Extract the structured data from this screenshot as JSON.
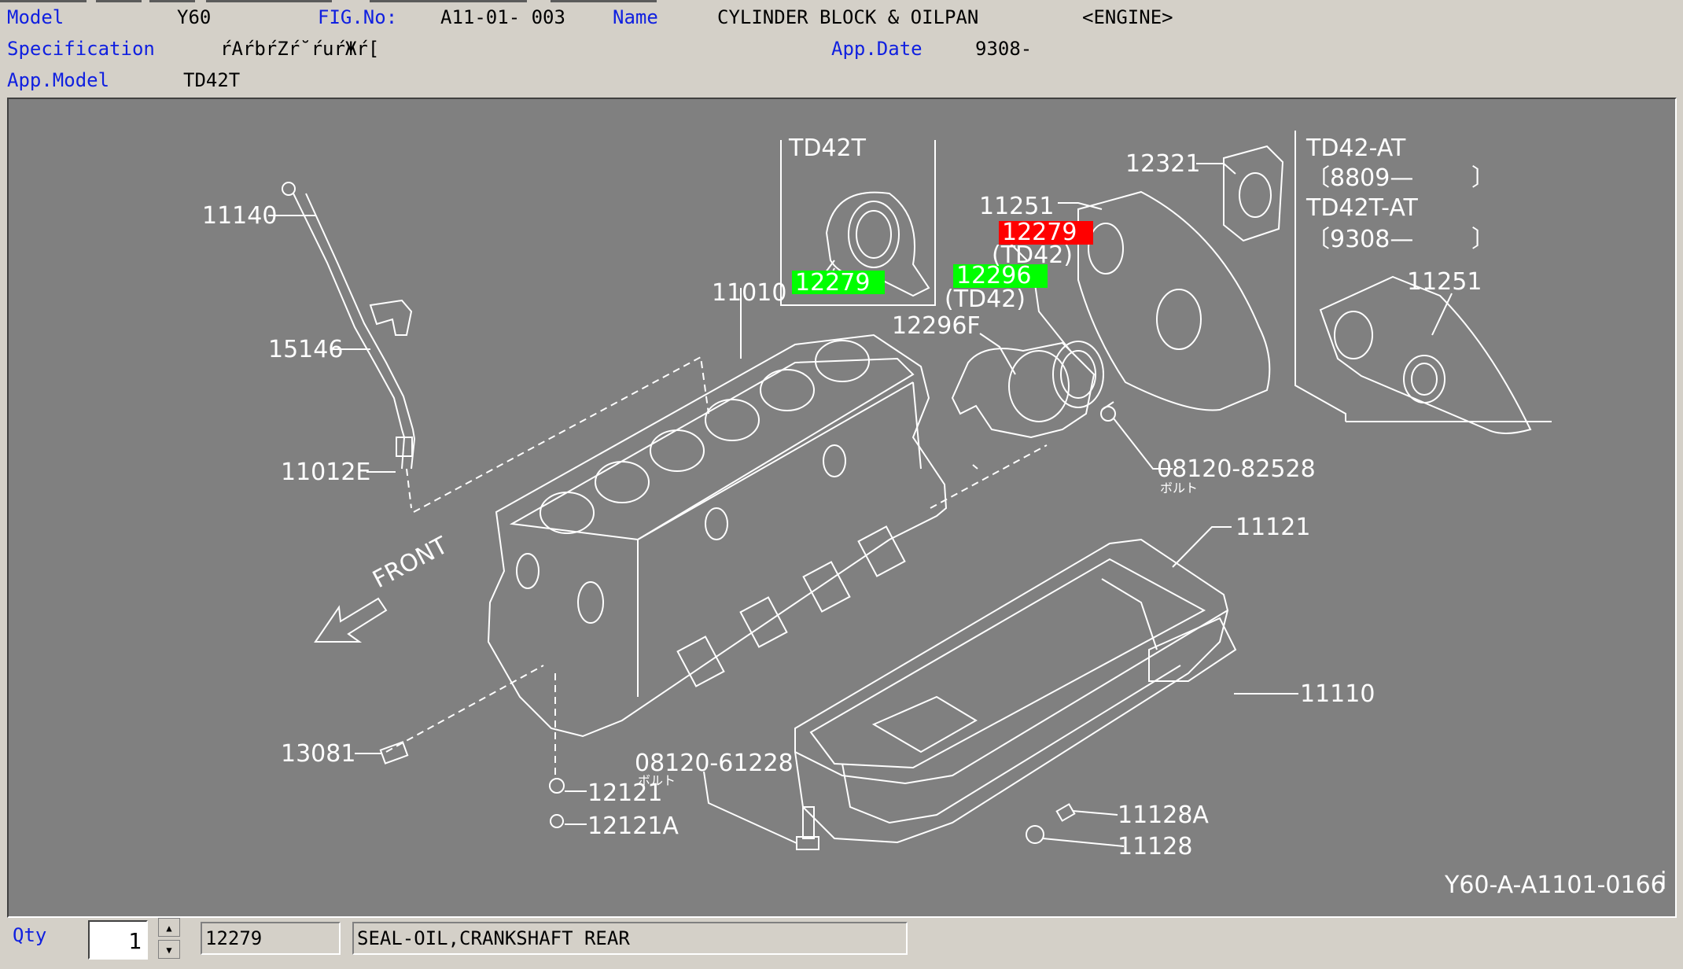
{
  "header": {
    "model_label": "Model",
    "model_value": "Y60",
    "fig_label": "FIG.No:",
    "fig_value": "A11-01- 003",
    "name_label": "Name",
    "name_value": "CYLINDER BLOCK & OILPAN",
    "name_group": "<ENGINE>",
    "spec_label": "Specification",
    "spec_value": "ŕAŕbŕZŕ˘ŕuŕЖŕ[",
    "appdate_label": "App.Date",
    "appdate_value": "9308-",
    "appmodel_label": "App.Model",
    "appmodel_value": "TD42T"
  },
  "diagram": {
    "inset1_title": "TD42T",
    "inset2_line1": "TD42-AT",
    "inset2_line2": "〔8809—",
    "inset2_line3": "TD42T-AT",
    "inset2_line4": "〔9308—",
    "bracket_close": "〕",
    "refs": {
      "r11140": "11140",
      "r15146": "15146",
      "r11012e": "11012E",
      "r13081": "13081",
      "r12121": "12121",
      "r12121a": "12121A",
      "r11010": "11010",
      "r12279_inset": "12279",
      "r12296f": "12296F",
      "r12296": "12296",
      "r12296_td42": "(TD42)",
      "r12279_sel": "12279",
      "r12279_td42": "(TD42)",
      "r11251": "11251",
      "r12321": "12321",
      "r11251b": "11251",
      "r08120a": "08120-82528",
      "r08120a_sub": "ボルト",
      "r11121": "11121",
      "r11110": "11110",
      "r08120b": "08120-61228",
      "r08120b_sub": "ボルト",
      "r11128a": "11128A",
      "r11128": "11128"
    },
    "front_label": "FRONT",
    "code": "Y60-A-A1101-0166",
    "corner_mark": "i",
    "highlight_selected": "#ff0000",
    "highlight_related": "#00ff00"
  },
  "bottom": {
    "qty_label": "Qty",
    "qty_value": "1",
    "part_no": "12279",
    "part_desc": "SEAL-OIL,CRANKSHAFT REAR"
  }
}
